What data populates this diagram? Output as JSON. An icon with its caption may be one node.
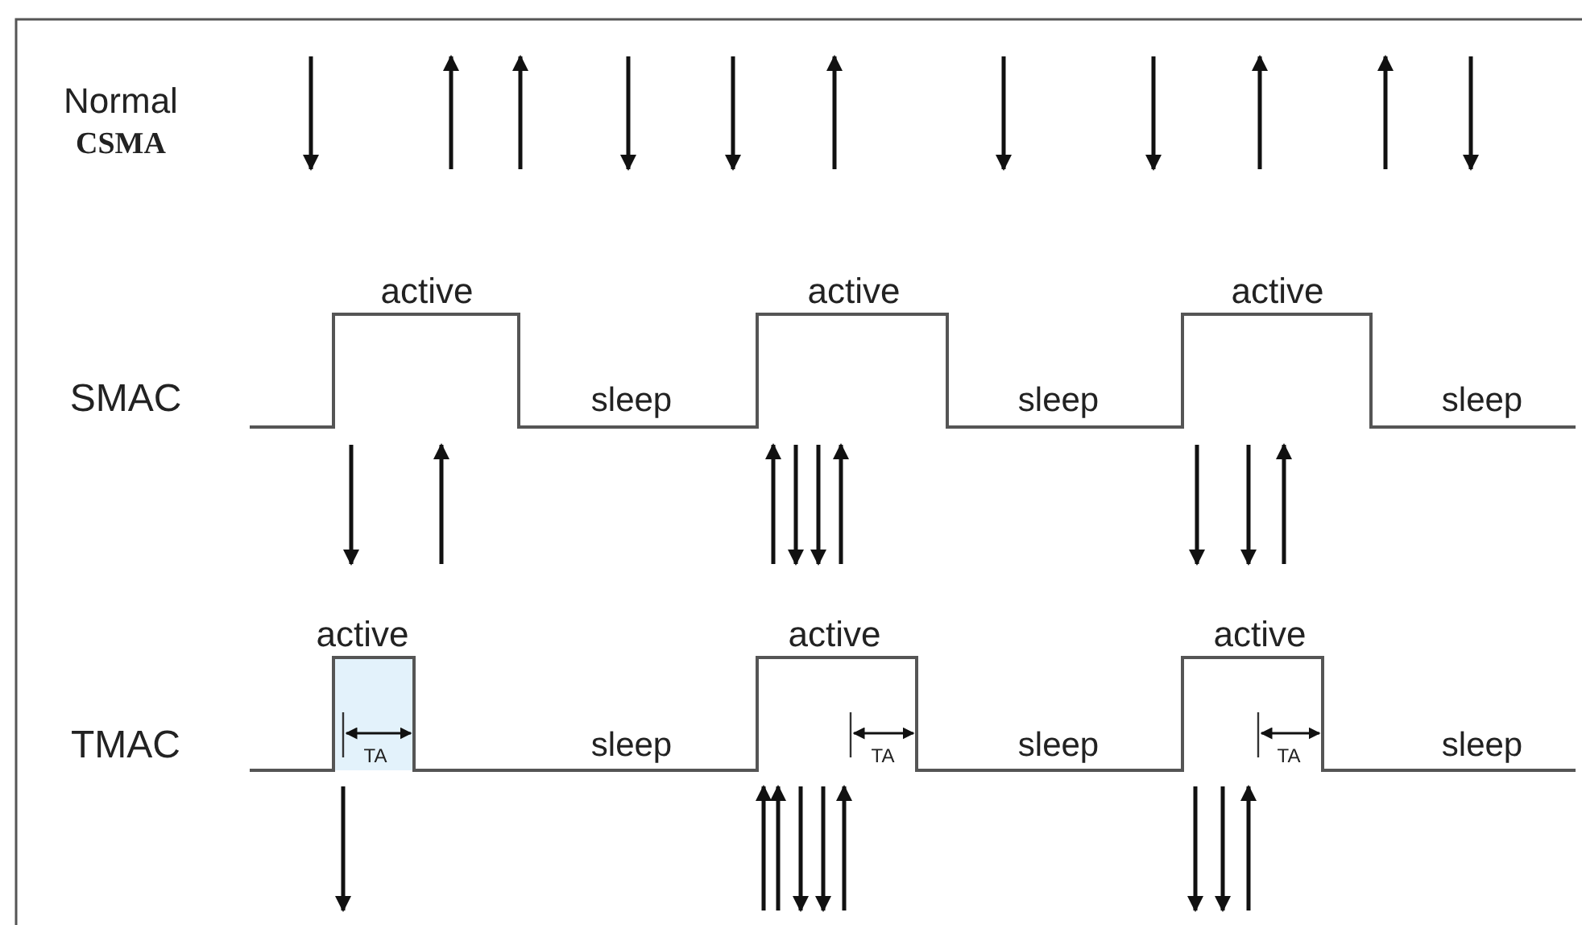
{
  "diagram": {
    "labels": [
      "Normal",
      "CSMA",
      "active",
      "active",
      "active",
      "SMAC",
      "sleep",
      "sleep",
      "sleep",
      "active",
      "active",
      "active",
      "TMAC",
      "TA",
      "sleep",
      "TA",
      "sleep",
      "TA",
      "sleep"
    ]
  }
}
